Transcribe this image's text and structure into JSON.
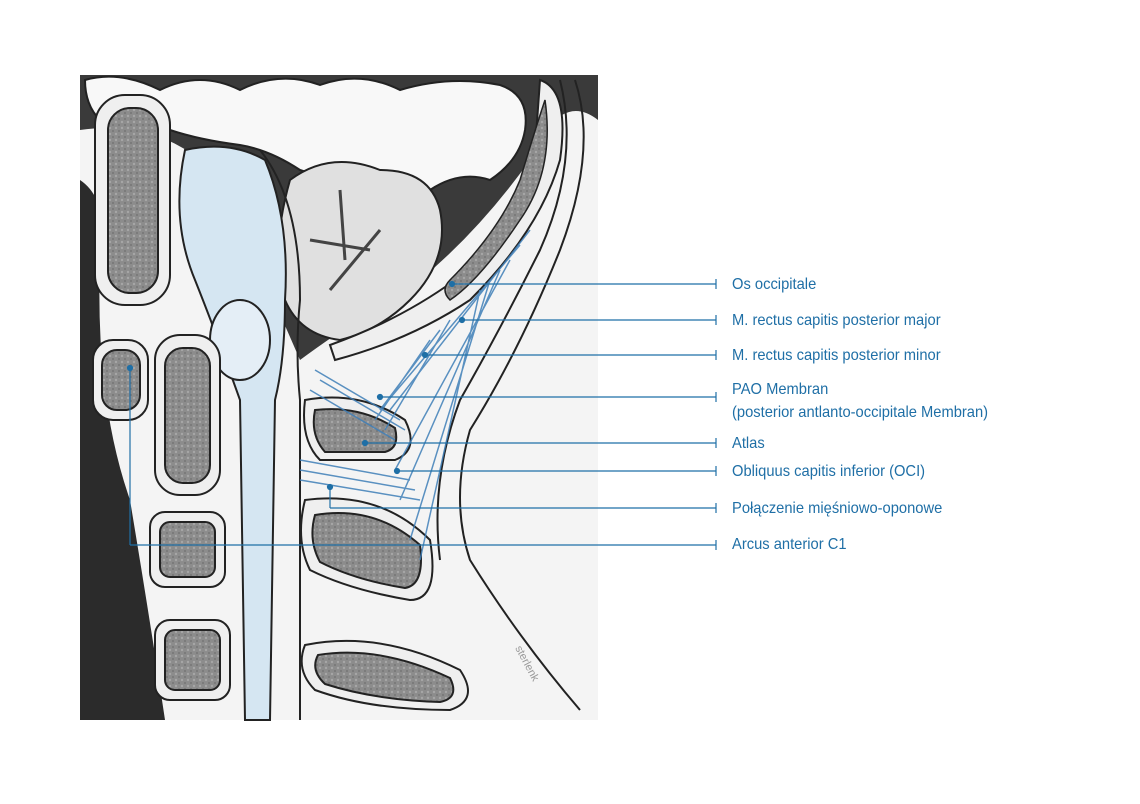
{
  "accent_color": "#1f6fa6",
  "signature": "sterlenk",
  "labels": [
    {
      "id": "os-occipitale",
      "text": "Os occipitale"
    },
    {
      "id": "rectus-major",
      "text": "M. rectus capitis posterior major"
    },
    {
      "id": "rectus-minor",
      "text": "M. rectus capitis posterior minor"
    },
    {
      "id": "pao-membran",
      "text": "PAO Membran",
      "text2": "(posterior antlanto-occipitale Membran)"
    },
    {
      "id": "atlas",
      "text": "Atlas"
    },
    {
      "id": "oci",
      "text": "Obliquus capitis inferior (OCI)"
    },
    {
      "id": "polaczenie",
      "text": "Połączenie mięśniowo-oponowe"
    },
    {
      "id": "arcus-anterior",
      "text": "Arcus anterior C1"
    }
  ]
}
